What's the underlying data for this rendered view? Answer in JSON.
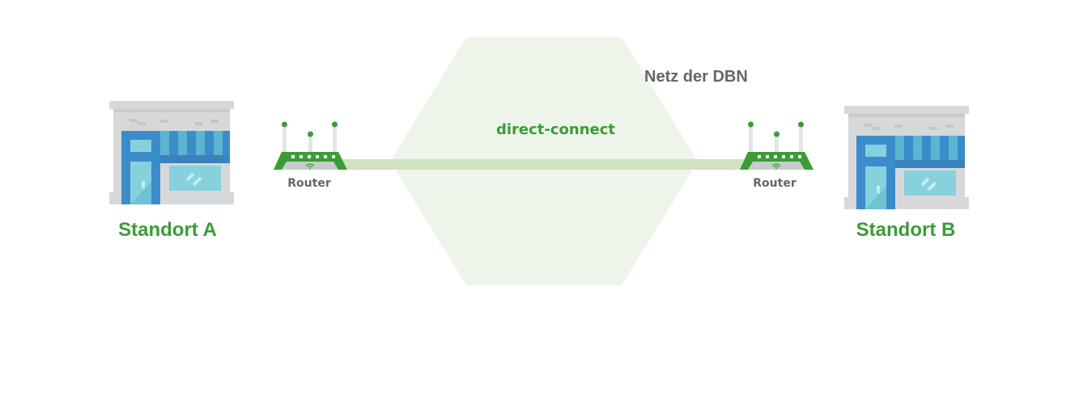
{
  "diagram": {
    "network": {
      "label": "Netz der DBN",
      "fill": "#eef4ea"
    },
    "connection": {
      "label": "direct-connect",
      "line_color": "#d0e2c0"
    },
    "nodes": [
      {
        "id": "site-a",
        "type": "building",
        "label": "Standort A"
      },
      {
        "id": "router-a",
        "type": "router",
        "label": "Router"
      },
      {
        "id": "router-b",
        "type": "router",
        "label": "Router"
      },
      {
        "id": "site-b",
        "type": "building",
        "label": "Standort B"
      }
    ],
    "colors": {
      "accent_green": "#3a9d37",
      "label_gray": "#666666",
      "building_gray": "#d6d8da",
      "building_blue": "#3b8ccb",
      "glass": "#7fcfdc"
    }
  }
}
